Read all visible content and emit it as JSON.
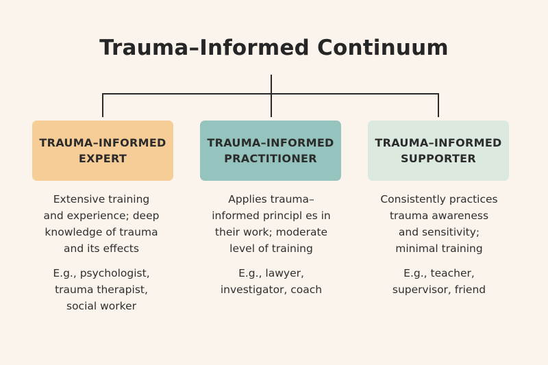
{
  "title": "Trauma–Informed Continuum",
  "colors": {
    "background": "#faf4ec",
    "line": "#2a2a2a",
    "expert_box": "#f7cd97",
    "practitioner_box": "#94c4bd",
    "supporter_box": "#dbe9df"
  },
  "levels": [
    {
      "heading": "TRAUMA–INFORMED\nEXPERT",
      "description": "Extensive training\nand experience; deep\nknowledge of trauma\nand its effects",
      "examples": "E.g., psychologist,\ntrauma therapist,\nsocial worker"
    },
    {
      "heading": "TRAUMA–INFORMED\nPRACTITIONER",
      "description": "Applies trauma–\ninformed principl es in\ntheir work; moderate\nlevel of training",
      "examples": "E.g., lawyer,\ninvestigator, coach"
    },
    {
      "heading": "TRAUMA–INFORMED\nSUPPORTER",
      "description": "Consistently practices\ntrauma awareness\nand sensitivity;\nminimal training",
      "examples": "E.g., teacher,\nsupervisor, friend"
    }
  ]
}
